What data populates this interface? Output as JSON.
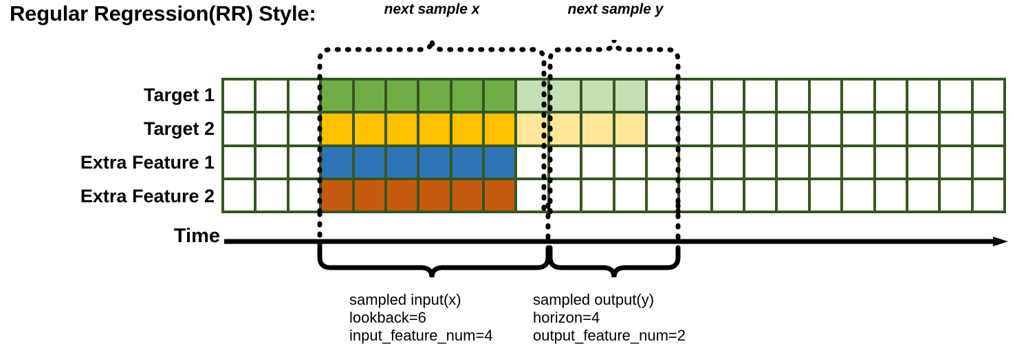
{
  "title": "Regular Regression(RR) Style:",
  "rows": [
    {
      "label": "Target 1",
      "name": "target-1"
    },
    {
      "label": "Target 2",
      "name": "target-2"
    },
    {
      "label": "Extra Feature 1",
      "name": "extra-feature-1"
    },
    {
      "label": "Extra Feature 2",
      "name": "extra-feature-2"
    }
  ],
  "axis": {
    "label": "Time"
  },
  "grid": {
    "columns": 24,
    "rows": 4,
    "border_color": "#375623",
    "empty_color": "#ffffff",
    "input_start_col": 3,
    "input_end_col": 9,
    "output_start_col": 9,
    "output_end_col": 13,
    "row_fills": [
      {
        "dark": "#6FAE46",
        "light": "#C5E0B4",
        "has_output": true
      },
      {
        "dark": "#FFC000",
        "light": "#FFE699",
        "has_output": true
      },
      {
        "dark": "#2E75B6",
        "light": "",
        "has_output": false
      },
      {
        "dark": "#C55A11",
        "light": "",
        "has_output": false
      }
    ]
  },
  "top_braces": [
    {
      "caption": "next sample x",
      "name": "next-sample-x"
    },
    {
      "caption": "next sample y",
      "name": "next-sample-y"
    }
  ],
  "bottom_braces": [
    {
      "name": "sampled-input",
      "lines": [
        "sampled input(x)",
        "lookback=6",
        "input_feature_num=4"
      ]
    },
    {
      "name": "sampled-output",
      "lines": [
        "sampled output(y)",
        "horizon=4",
        "output_feature_num=2"
      ]
    }
  ],
  "colors": {
    "grid_border": "#375623",
    "target1_dark": "#6FAE46",
    "target1_light": "#C5E0B4",
    "target2_dark": "#FFC000",
    "target2_light": "#FFE699",
    "feature1": "#2E75B6",
    "feature2": "#C55A11",
    "ink": "#000000"
  }
}
